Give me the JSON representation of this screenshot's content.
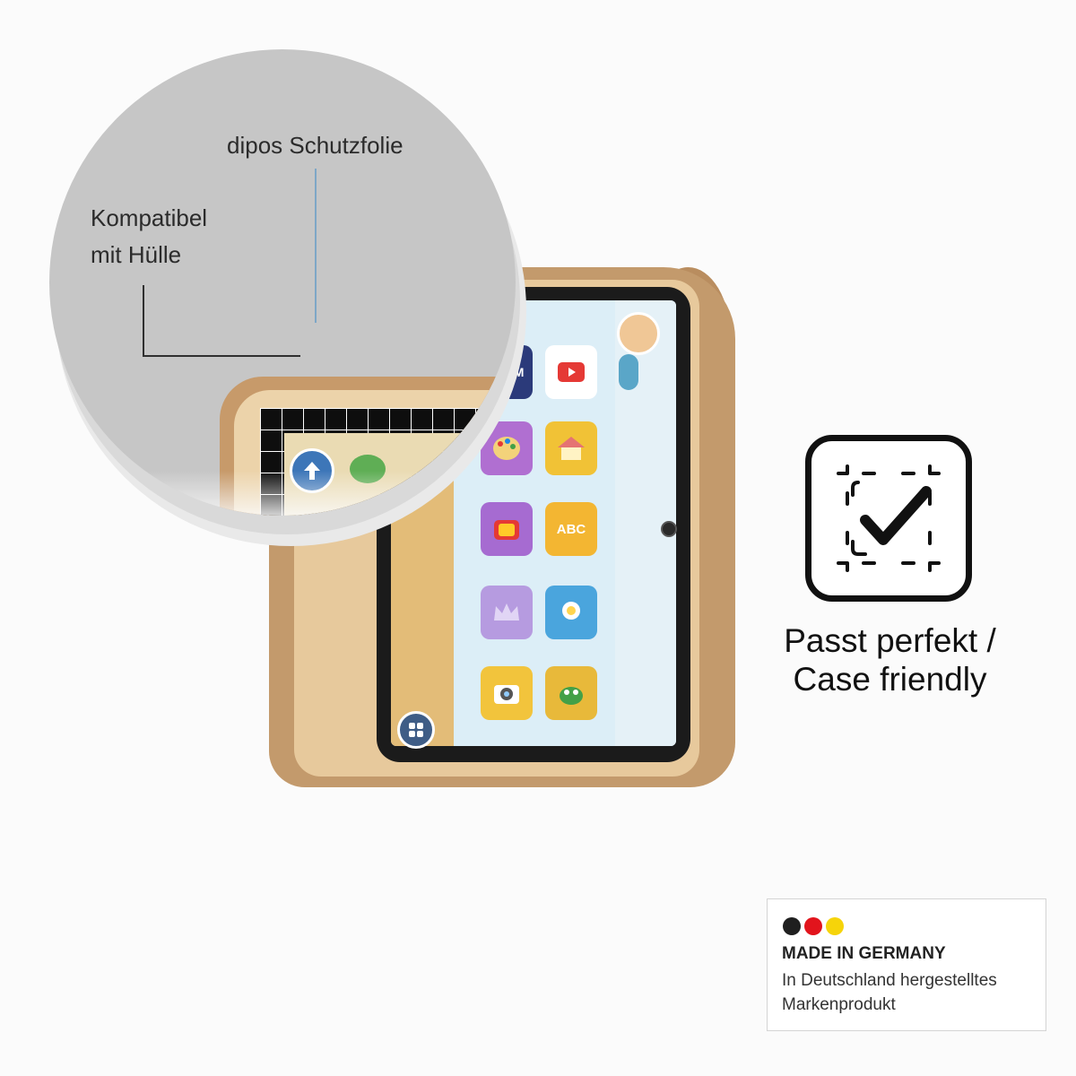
{
  "zoom_callout": {
    "label_protector": "dipos Schutzfolie",
    "label_case_compatible_line1": "Kompatibel",
    "label_case_compatible_line2": "mit Hülle"
  },
  "feature": {
    "icon": "case-friendly-check-icon",
    "caption_line1": "Passt perfekt /",
    "caption_line2": "Case friendly"
  },
  "made_in_germany": {
    "flag_colors": [
      "#1f1f1f",
      "#e2141c",
      "#f6d40a"
    ],
    "title": "MADE IN GERMANY",
    "subtitle_line1": "In Deutschland hergestelltes",
    "subtitle_line2": "Markenprodukt"
  },
  "tablet": {
    "home_icon": "apps-grid-icon",
    "apps": [
      {
        "icon": "video-player-icon",
        "color": "#ffffff"
      },
      {
        "icon": "stem-icon",
        "color": "#2b3a7a"
      },
      {
        "icon": "paint-palette-icon",
        "color": "#b06fd1"
      },
      {
        "icon": "playhouse-icon",
        "color": "#f1c236"
      },
      {
        "icon": "tv-icon",
        "color": "#a66bd1"
      },
      {
        "icon": "abc-icon",
        "color": "#f3b632"
      },
      {
        "icon": "crown-icon",
        "color": "#b69be0"
      },
      {
        "icon": "lightbulb-icon",
        "color": "#4aa5dd"
      },
      {
        "icon": "camera-icon",
        "color": "#f2c43c"
      },
      {
        "icon": "monster-icon",
        "color": "#e8b93a"
      }
    ]
  }
}
